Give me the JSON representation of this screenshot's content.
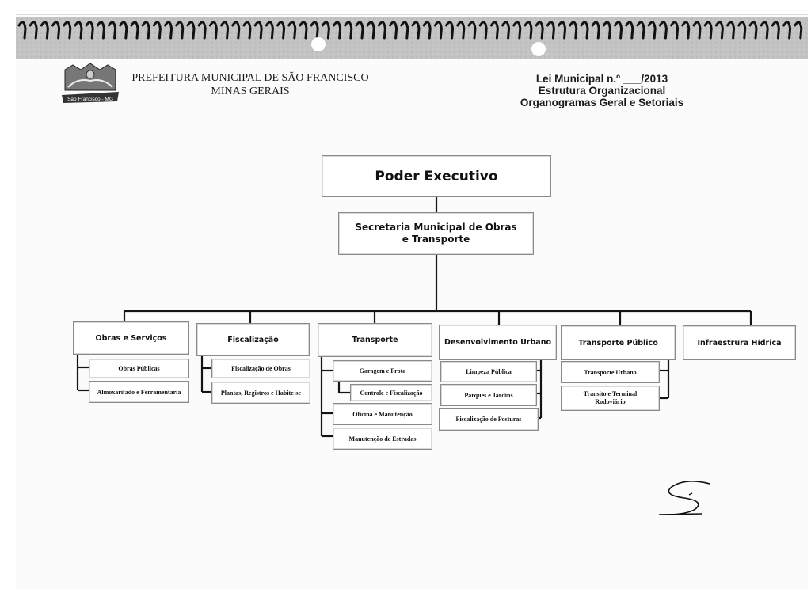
{
  "header": {
    "org_line1": "PREFEITURA MUNICIPAL DE SÃO FRANCISCO",
    "org_line2": "MINAS GERAIS",
    "logo_caption": "São Francisco - MG",
    "law_line": "Lei Municipal n.º ___/2013",
    "title_line": "Estrutura Organizacional",
    "subtitle_line": "Organogramas Geral e Setoriais"
  },
  "orgchart": {
    "root": "Poder Executivo",
    "secretariat": "Secretaria Municipal de Obras e Transporte",
    "departments": [
      {
        "name": "Obras e Serviços",
        "units": [
          "Obras Públicas",
          "Almoxarifado e Ferramentaria"
        ]
      },
      {
        "name": "Fiscalização",
        "units": [
          "Fiscalização de Obras",
          "Plantas, Registros e Habite-se"
        ]
      },
      {
        "name": "Transporte",
        "units": [
          "Garagem e Frota",
          "Controle e Fiscalização",
          "Oficina e Manutenção",
          "Manutenção de Estradas"
        ]
      },
      {
        "name": "Desenvolvimento Urbano",
        "units": [
          "Limpeza Pública",
          "Parques e Jardins",
          "Fiscalização de Posturas"
        ]
      },
      {
        "name": "Transporte Público",
        "units": [
          "Transporte Urbano",
          "Transito e Terminal Rodoviário"
        ]
      },
      {
        "name": "Infraestrura Hídrica",
        "units": []
      }
    ]
  },
  "colors": {
    "line": "#141414",
    "box_border": "#8a8a8a",
    "paper": "#fbfbfb"
  }
}
